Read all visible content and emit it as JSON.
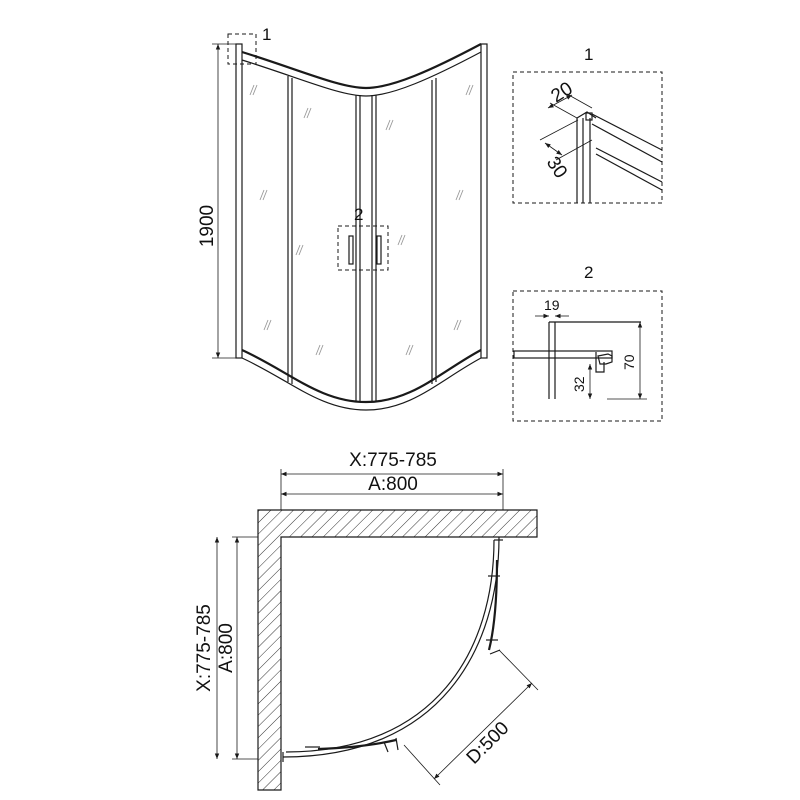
{
  "elevation": {
    "height_label": "1900",
    "callout_1": "1",
    "callout_2": "2"
  },
  "detail_1": {
    "title": "1",
    "dim_a": "20",
    "dim_b": "30"
  },
  "detail_2": {
    "title": "2",
    "dim_a": "19",
    "dim_b": "70",
    "dim_c": "32"
  },
  "plan": {
    "x_range_top": "X:775-785",
    "a_top": "A:800",
    "x_range_side": "X:775-785",
    "a_side": "A:800",
    "radius": "D:500"
  }
}
